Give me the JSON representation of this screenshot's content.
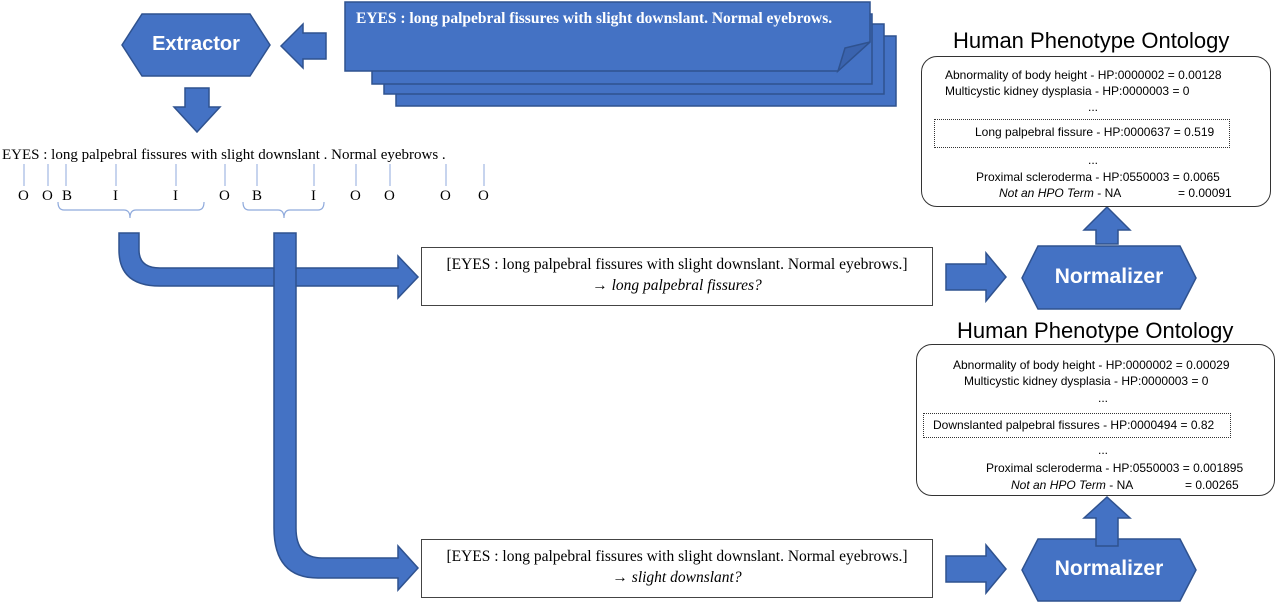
{
  "document_text": "EYES : long palpebral fissures with slight downslant. Normal eyebrows.",
  "extractor_label": "Extractor",
  "sentence_tokens": [
    "EYES",
    ":",
    "long",
    "palpebral",
    "fissures",
    "with",
    "slight",
    "downslant",
    ".",
    "Normal",
    "eyebrows",
    "."
  ],
  "sentence_display": "EYES : long palpebral fissures with slight downslant . Normal eyebrows .",
  "bio_tags": [
    "O",
    "O",
    "B",
    "I",
    "I",
    "O",
    "B",
    "I",
    "O",
    "O",
    "O",
    "O"
  ],
  "queries": [
    {
      "context": "[EYES : long palpebral fissures with slight downslant. Normal eyebrows.]",
      "arrow": "→",
      "question": "long palpebral fissures?"
    },
    {
      "context": "[EYES : long palpebral fissures with slight downslant. Normal eyebrows.]",
      "arrow": "→",
      "question": "slight downslant?"
    }
  ],
  "normalizer_label": "Normalizer",
  "hpo_panels": [
    {
      "title": "Human Phenotype Ontology",
      "entries": [
        "Abnormality of body height - HP:0000002 = 0.00128",
        "Multicystic kidney dysplasia - HP:0000003 = 0",
        "...",
        "Long palpebral fissure - HP:0000637 = 0.519",
        "...",
        "Proximal scleroderma - HP:0550003 = 0.0065"
      ],
      "na_label": "Not an HPO Term",
      "na_suffix": "- NA",
      "na_value": "= 0.00091",
      "highlight_index": 3
    },
    {
      "title": "Human Phenotype Ontology",
      "entries": [
        "Abnormality of body height - HP:0000002 = 0.00029",
        "Multicystic kidney dysplasia - HP:0000003 = 0",
        "...",
        "Downslanted palpebral fissures - HP:0000494 = 0.82",
        "...",
        "Proximal scleroderma - HP:0550003 = 0.001895"
      ],
      "na_label": "Not an HPO Term",
      "na_suffix": "- NA",
      "na_value": "= 0.00265",
      "highlight_index": 3
    }
  ],
  "colors": {
    "shape_fill": "#4472C4",
    "shape_stroke": "#2F528F",
    "bracket": "#8FAADC"
  }
}
